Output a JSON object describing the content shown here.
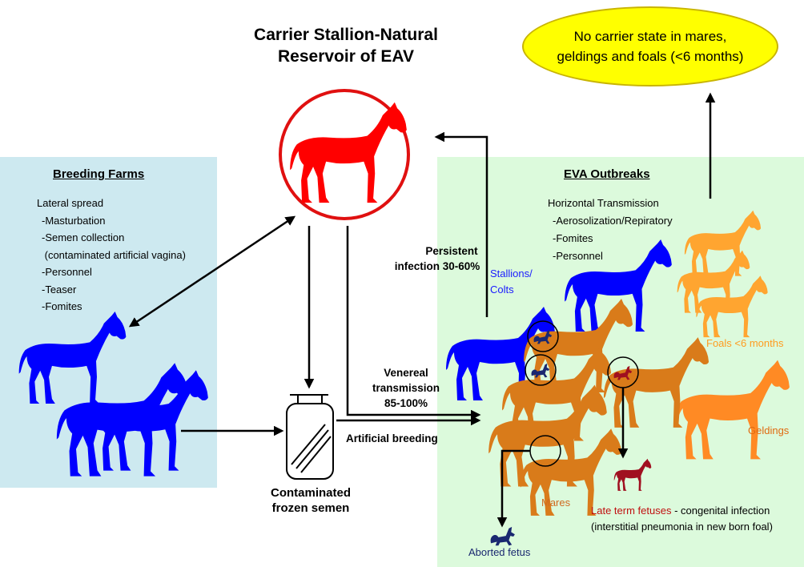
{
  "title": {
    "line1": "Carrier Stallion-Natural",
    "line2": "Reservoir of EAV"
  },
  "no_carrier_note": {
    "line1": "No carrier state in mares,",
    "line2": "geldings and foals (<6 months)"
  },
  "breeding_farms": {
    "heading": "Breeding Farms",
    "intro": "Lateral spread",
    "items": [
      "-Masturbation",
      "-Semen collection",
      " (contaminated artificial vagina)",
      "-Personnel",
      "-Teaser",
      "-Fomites"
    ]
  },
  "eva_outbreaks": {
    "heading": "EVA Outbreaks",
    "intro": "Horizontal Transmission",
    "items": [
      "-Aerosolization/Repiratory",
      "-Fomites",
      "-Personnel"
    ]
  },
  "persistent_infection": {
    "line1": "Persistent",
    "line2": "infection 30-60%"
  },
  "venereal": {
    "line1": "Venereal",
    "line2": "transmission",
    "line3": "85-100%"
  },
  "artificial_breeding": "Artificial breeding",
  "semen": {
    "line1": "Contaminated",
    "line2": "frozen semen"
  },
  "labels": {
    "stallions_line1": "Stallions/",
    "stallions_line2": "Colts",
    "foals": "Foals <6 months",
    "geldings": "Geldings",
    "mares": "Mares",
    "late_term_red": "Late term fetuses",
    "late_term_black": " - congenital infection",
    "pneumonia": "(interstitial pneumonia in new born foal)",
    "aborted": "Aborted fetus"
  },
  "colors": {
    "carrier_red": "#ff0000",
    "stallion_blue": "#0000ff",
    "mare_orange": "#d97b1a",
    "foal_orange": "#ffa530",
    "gelding_orange": "#ff8a24",
    "fetus_red": "#a01020",
    "fetus_navy": "#1a2870",
    "left_panel": "#cde9f0",
    "right_panel": "#dcfadc",
    "bubble": "#ffff00"
  },
  "icons": [
    "horse-icon",
    "semen-bottle-icon",
    "fetus-icon",
    "arrow-icon"
  ]
}
